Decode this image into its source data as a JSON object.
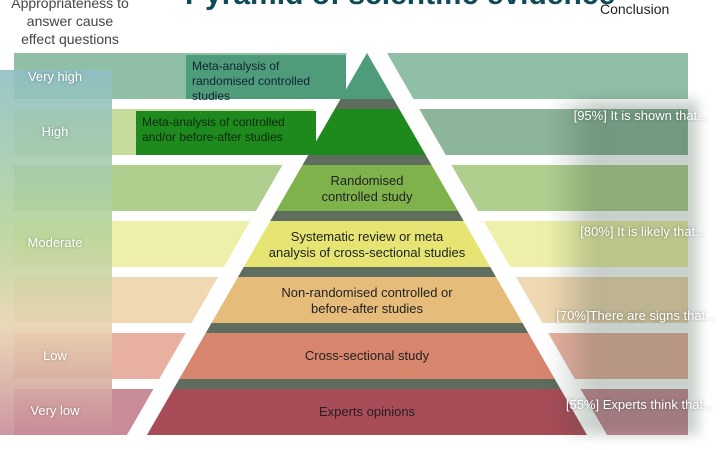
{
  "title": "Pyramid of scientific evidence",
  "left_header": "Appropriateness to answer cause effect questions",
  "right_header": "Conclusion",
  "levels": [
    {
      "label": "",
      "side_label": "Meta-analysis of randomised controlled studies",
      "pyr": "#4e9c79",
      "bg": "#8fc0a7",
      "rbg": "#8fc0a7"
    },
    {
      "label": "",
      "side_label": "Meta-analysis of controlled and/or before-after studies",
      "pyr": "#1e8a1e",
      "bg": "#c6dc9c",
      "rbg": "#8db59a"
    },
    {
      "label": "Randomised controlled study",
      "pyr": "#7fb24a",
      "bg": "#b0cf8f",
      "rbg": "#b0cf8f"
    },
    {
      "label": "Systematic review or meta analysis of cross-sectional studies",
      "pyr": "#e6e574",
      "bg": "#eef0aa",
      "rbg": "#eef0aa"
    },
    {
      "label": "Non-randomised controlled or before-after studies",
      "pyr": "#e6bc7a",
      "bg": "#f0d8b2",
      "rbg": "#f0d8b2"
    },
    {
      "label": "Cross-sectional study",
      "pyr": "#d8856e",
      "bg": "#e8b0a0",
      "rbg": "#e8b0a0"
    },
    {
      "label": "Experts opinions",
      "pyr": "#a84c58",
      "bg": "#c88c98",
      "rbg": "#c88c98"
    }
  ],
  "ratings": [
    "Very high",
    "High",
    "Moderate",
    "Low",
    "Very low"
  ],
  "conclusions": [
    "[95%] It is shown that...",
    "[80%] It is likely that...",
    "[70%]There are signs that...",
    "[55%] Experts think that..."
  ]
}
